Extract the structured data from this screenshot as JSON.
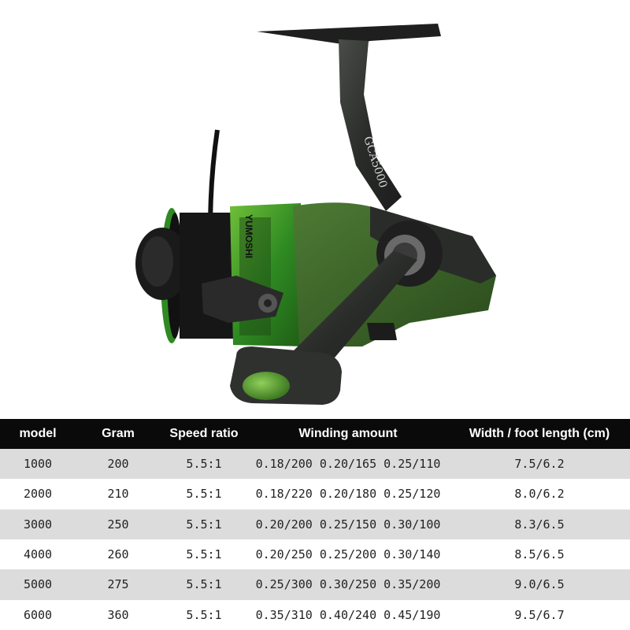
{
  "product": {
    "brand_text": "YUMOSHI",
    "model_marking": "GCA5000",
    "colors": {
      "accent_green": "#3f9a2a",
      "body_dark": "#2c2e2c",
      "body_green": "#3d6a2a"
    }
  },
  "table": {
    "headers": [
      "model",
      "Gram",
      "Speed ratio",
      "Winding amount",
      "Width / foot length (cm)"
    ],
    "rows": [
      [
        "1000",
        "200",
        "5.5:1",
        "0.18/200 0.20/165 0.25/110",
        "7.5/6.2"
      ],
      [
        "2000",
        "210",
        "5.5:1",
        "0.18/220 0.20/180 0.25/120",
        "8.0/6.2"
      ],
      [
        "3000",
        "250",
        "5.5:1",
        "0.20/200 0.25/150 0.30/100",
        "8.3/6.5"
      ],
      [
        "4000",
        "260",
        "5.5:1",
        "0.20/250 0.25/200 0.30/140",
        "8.5/6.5"
      ],
      [
        "5000",
        "275",
        "5.5:1",
        "0.25/300 0.30/250 0.35/200",
        "9.0/6.5"
      ],
      [
        "6000",
        "360",
        "5.5:1",
        "0.35/310 0.40/240 0.45/190",
        "9.5/6.7"
      ]
    ]
  }
}
